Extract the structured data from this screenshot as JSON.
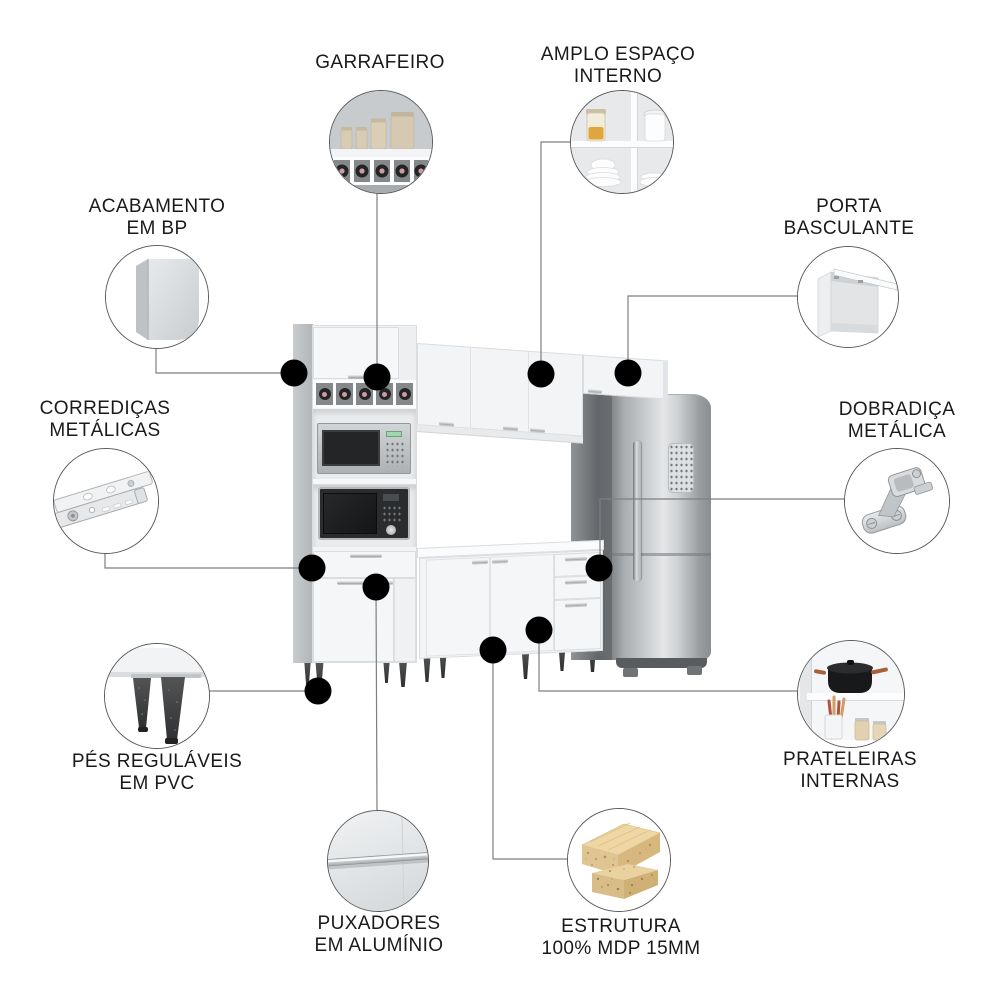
{
  "colors": {
    "background": "#ffffff",
    "text": "#1a1a1a",
    "connector_line": "#7f7f7f",
    "anchor_dot": "#000000",
    "cabinet_white": "#f3f4f6",
    "stainless_steel": "#cfd2d4",
    "mdp_wood": "#e0c593"
  },
  "product": {
    "alt": "Conjunto de cozinha branco com micro-ondas e geladeira inox"
  },
  "callouts": {
    "garrafeiro": {
      "line1": "GARRAFEIRO",
      "line2": "",
      "icon": "bottle-rack-icon"
    },
    "amplo_espaco": {
      "line1": "AMPLO ESPAÇO",
      "line2": "INTERNO",
      "icon": "open-shelves-dishes-icon"
    },
    "acabamento": {
      "line1": "ACABAMENTO",
      "line2": "EM BP",
      "icon": "bp-panel-icon"
    },
    "porta_basculante": {
      "line1": "PORTA",
      "line2": "BASCULANTE",
      "icon": "flip-up-door-icon"
    },
    "corredicas": {
      "line1": "CORREDIÇAS",
      "line2": "METÁLICAS",
      "icon": "metal-drawer-slide-icon"
    },
    "dobradica": {
      "line1": "DOBRADIÇA",
      "line2": "METÁLICA",
      "icon": "metal-hinge-icon"
    },
    "pes_regulaveis": {
      "line1": "PÉS REGULÁVEIS",
      "line2": "EM PVC",
      "icon": "adjustable-feet-icon"
    },
    "prateleiras": {
      "line1": "PRATELEIRAS",
      "line2": "INTERNAS",
      "icon": "internal-shelves-icon"
    },
    "puxadores": {
      "line1": "PUXADORES",
      "line2": "EM ALUMÍNIO",
      "icon": "aluminum-handle-icon"
    },
    "estrutura": {
      "line1": "ESTRUTURA",
      "line2": "100% MDP 15MM",
      "icon": "mdp-board-icon"
    }
  }
}
